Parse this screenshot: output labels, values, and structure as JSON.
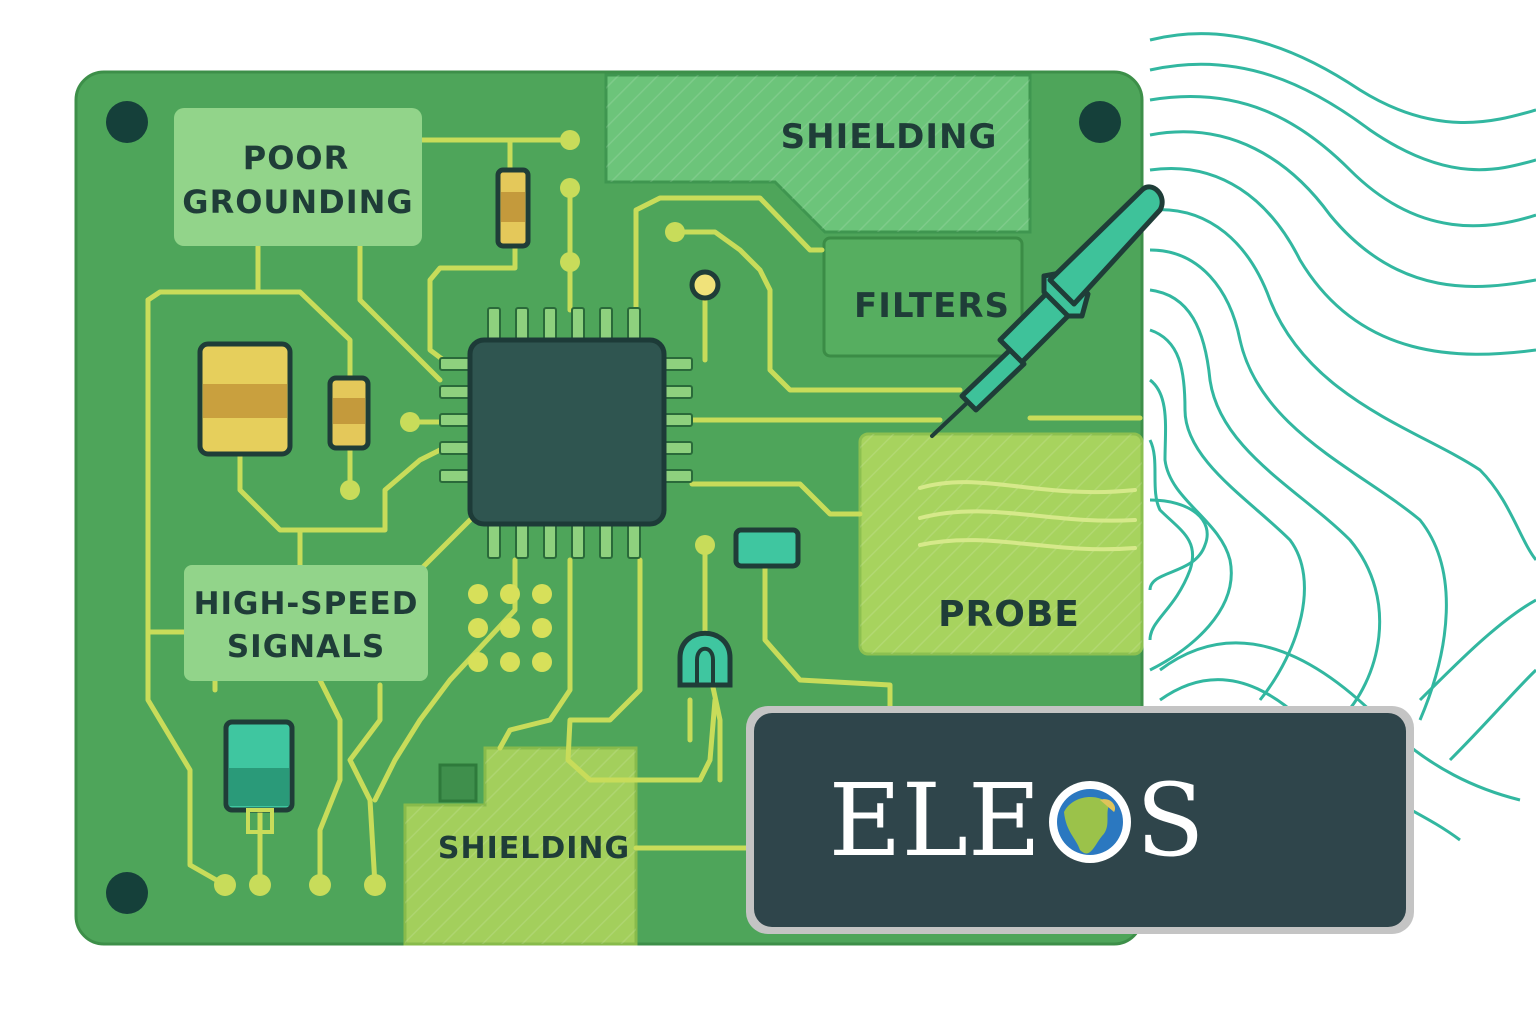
{
  "labels": {
    "poor_grounding_line1": "POOR",
    "poor_grounding_line2": "GROUNDING",
    "shielding_top": "SHIELDING",
    "filters": "FILTERS",
    "high_speed_line1": "HIGH-SPEED",
    "high_speed_line2": "SIGNALS",
    "probe": "PROBE",
    "shielding_bottom": "SHIELDING"
  },
  "brand": {
    "name_left": "ELE",
    "name_right": "S",
    "globe_icon": "globe-icon"
  },
  "colors": {
    "board": "#4ea55a",
    "board_edge": "#3d8f49",
    "trace": "#c8dc5a",
    "label_box": "#92d48a",
    "text": "#1f3d38",
    "chip": "#2f5550",
    "badge": "#2f454b",
    "probe_tool": "#3ec29a",
    "waves": "#32b7a0"
  }
}
